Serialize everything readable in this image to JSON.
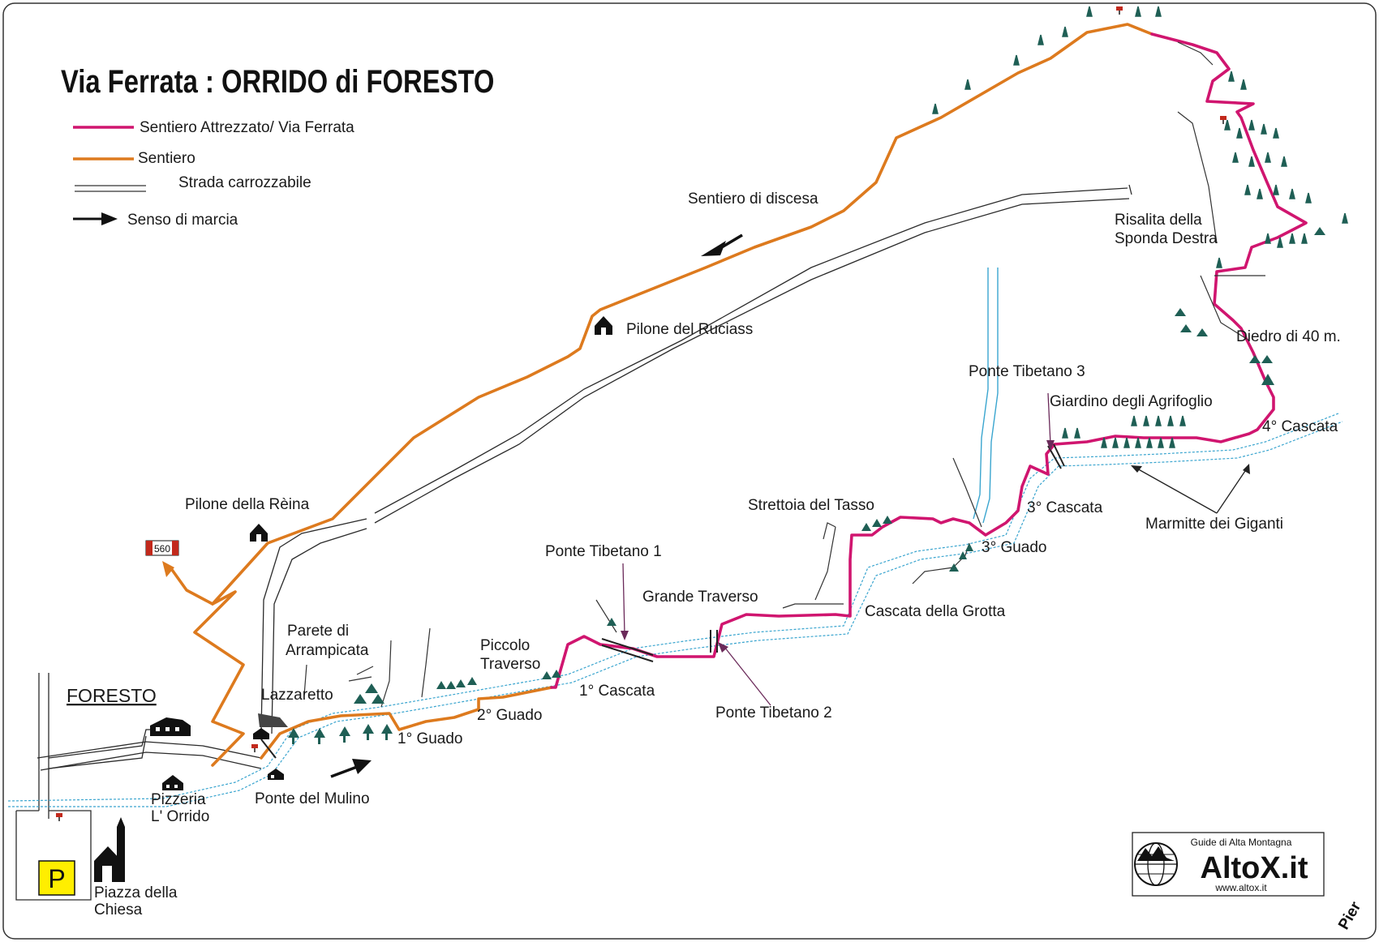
{
  "title": "Via Ferrata :  ORRIDO di FORESTO",
  "legend": {
    "ferrata": "Sentiero Attrezzato/ Via Ferrata",
    "sentiero": "Sentiero",
    "strada": "Strada carrozzabile",
    "senso": "Senso di marcia"
  },
  "colors": {
    "ferrata": "#d0156f",
    "sentiero": "#dd7a1e",
    "water": "#3aa5cf",
    "tree": "#1f5f55"
  },
  "labels": {
    "sentiero_discesa": "Sentiero di discesa",
    "pilone_ruciass": "Pilone del Ruciass",
    "pilone_reina": "Pilone della Rèina",
    "sign_number": "560",
    "foresto": "FORESTO",
    "lazzaretto": "Lazzaretto",
    "parete_1": "Parete di",
    "parete_2": "Arrampicata",
    "piccolo_1": "Piccolo",
    "piccolo_2": "Traverso",
    "ponte_tib_1": "Ponte Tibetano 1",
    "grande_traverso": "Grande Traverso",
    "ponte_tib_2": "Ponte Tibetano 2",
    "strettoia": "Strettoia del Tasso",
    "cascata_grotta": "Cascata della Grotta",
    "ponte_tib_3": "Ponte Tibetano 3",
    "giardino": "Giardino degli Agrifoglio",
    "cascata_3": "3° Cascata",
    "guado_3": "3° Guado",
    "cascata_4": "4° Cascata",
    "marmitte": "Marmitte dei Giganti",
    "risalita_1": "Risalita della",
    "risalita_2": "Sponda Destra",
    "diedro": "Diedro di 40 m.",
    "guado_1": "1° Guado",
    "guado_2": "2° Guado",
    "cascata_1": "1° Cascata",
    "ponte_mulino": "Ponte del Mulino",
    "pizzeria_1": "Pizzeria",
    "pizzeria_2": "L' Orrido",
    "piazza_1": "Piazza della",
    "piazza_2": "Chiesa",
    "parking": "P",
    "signature": "Pier"
  },
  "logo": {
    "top": "Guide di Alta Montagna",
    "brand": "AltoX.it",
    "url": "www.altox.it"
  }
}
